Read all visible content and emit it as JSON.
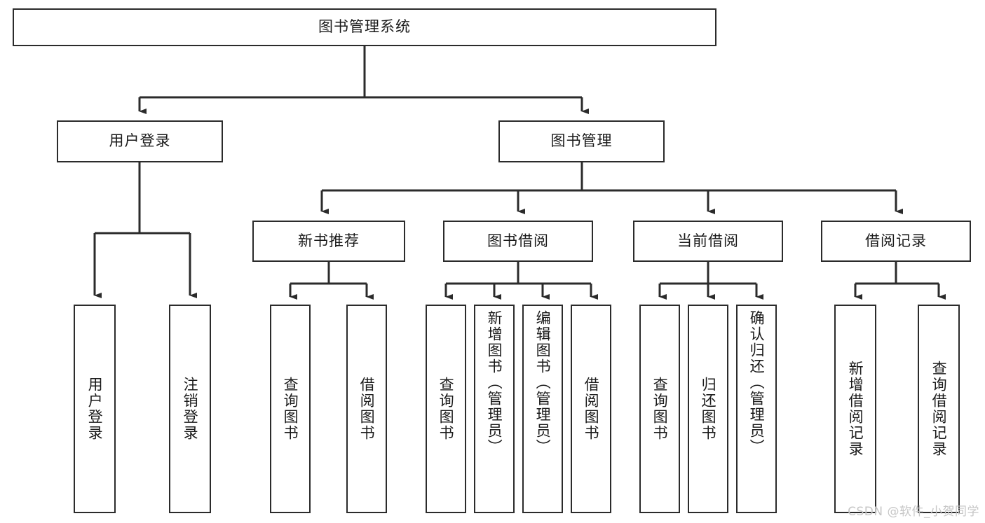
{
  "diagram": {
    "type": "tree-hierarchy",
    "root": {
      "id": "root",
      "label": "图书管理系统"
    },
    "level2": [
      {
        "id": "user-login",
        "label": "用户登录"
      },
      {
        "id": "book-manage",
        "label": "图书管理"
      }
    ],
    "level3": [
      {
        "id": "new-book-rec",
        "label": "新书推荐",
        "parent": "book-manage"
      },
      {
        "id": "book-borrow",
        "label": "图书借阅",
        "parent": "book-manage"
      },
      {
        "id": "current-borrow",
        "label": "当前借阅",
        "parent": "book-manage"
      },
      {
        "id": "borrow-record",
        "label": "借阅记录",
        "parent": "book-manage"
      }
    ],
    "leaves": {
      "user_login": [
        {
          "id": "leaf-user-login",
          "label": "用户登录"
        },
        {
          "id": "leaf-user-logout",
          "label": "注销登录"
        }
      ],
      "new_book_rec": [
        {
          "id": "leaf-query-book-1",
          "label": "查询图书"
        },
        {
          "id": "leaf-borrow-book-1",
          "label": "借阅图书"
        }
      ],
      "book_borrow": [
        {
          "id": "leaf-query-book-2",
          "label": "查询图书"
        },
        {
          "id": "leaf-add-book",
          "label": "新增图书（管理员）"
        },
        {
          "id": "leaf-edit-book",
          "label": "编辑图书（管理员）"
        },
        {
          "id": "leaf-borrow-book-2",
          "label": "借阅图书"
        }
      ],
      "current_borrow": [
        {
          "id": "leaf-query-book-3",
          "label": "查询图书"
        },
        {
          "id": "leaf-return-book",
          "label": "归还图书"
        },
        {
          "id": "leaf-confirm-return",
          "label": "确认归还（管理员）"
        }
      ],
      "borrow_record": [
        {
          "id": "leaf-add-record",
          "label": "新增借阅记录"
        },
        {
          "id": "leaf-query-record",
          "label": "查询借阅记录"
        }
      ]
    }
  },
  "watermark": {
    "text": "CSDN @软件_小贺同学"
  },
  "colors": {
    "stroke": "#2b2b2b",
    "background": "#ffffff",
    "text": "#1a1a1a",
    "watermark": "#c6c6c6"
  }
}
